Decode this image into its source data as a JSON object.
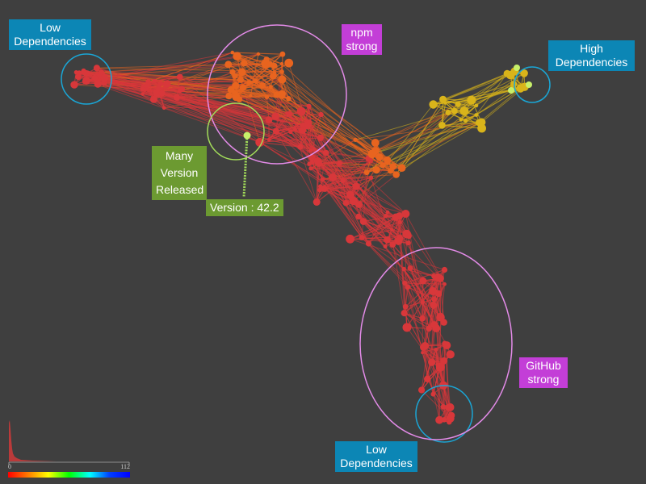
{
  "annotations": {
    "low_dependencies_top": "Low\nDependencies",
    "high_dependencies": "High\nDependencies",
    "low_dependencies_bottom": "Low\nDependencies",
    "npm_strong": "npm\nstrong",
    "github_strong": "GitHub\nstrong",
    "many_version_released": "Many\nVersion\nReleased",
    "version_label": "Version : 42.2"
  },
  "legend": {
    "min": "0",
    "max": "112"
  },
  "colors": {
    "background": "#3f3f3f",
    "tag_blue": "#0c86b5",
    "tag_purple": "#c33ed7",
    "tag_green": "#6c9a31",
    "circle_blue": "#1aa6d6",
    "circle_pink": "#e38be8",
    "circle_green": "#a3dd5a",
    "node_red": "#d8373a",
    "node_orange": "#e8641f",
    "node_yellow": "#d9b41a",
    "node_lime": "#c7f06a"
  }
}
